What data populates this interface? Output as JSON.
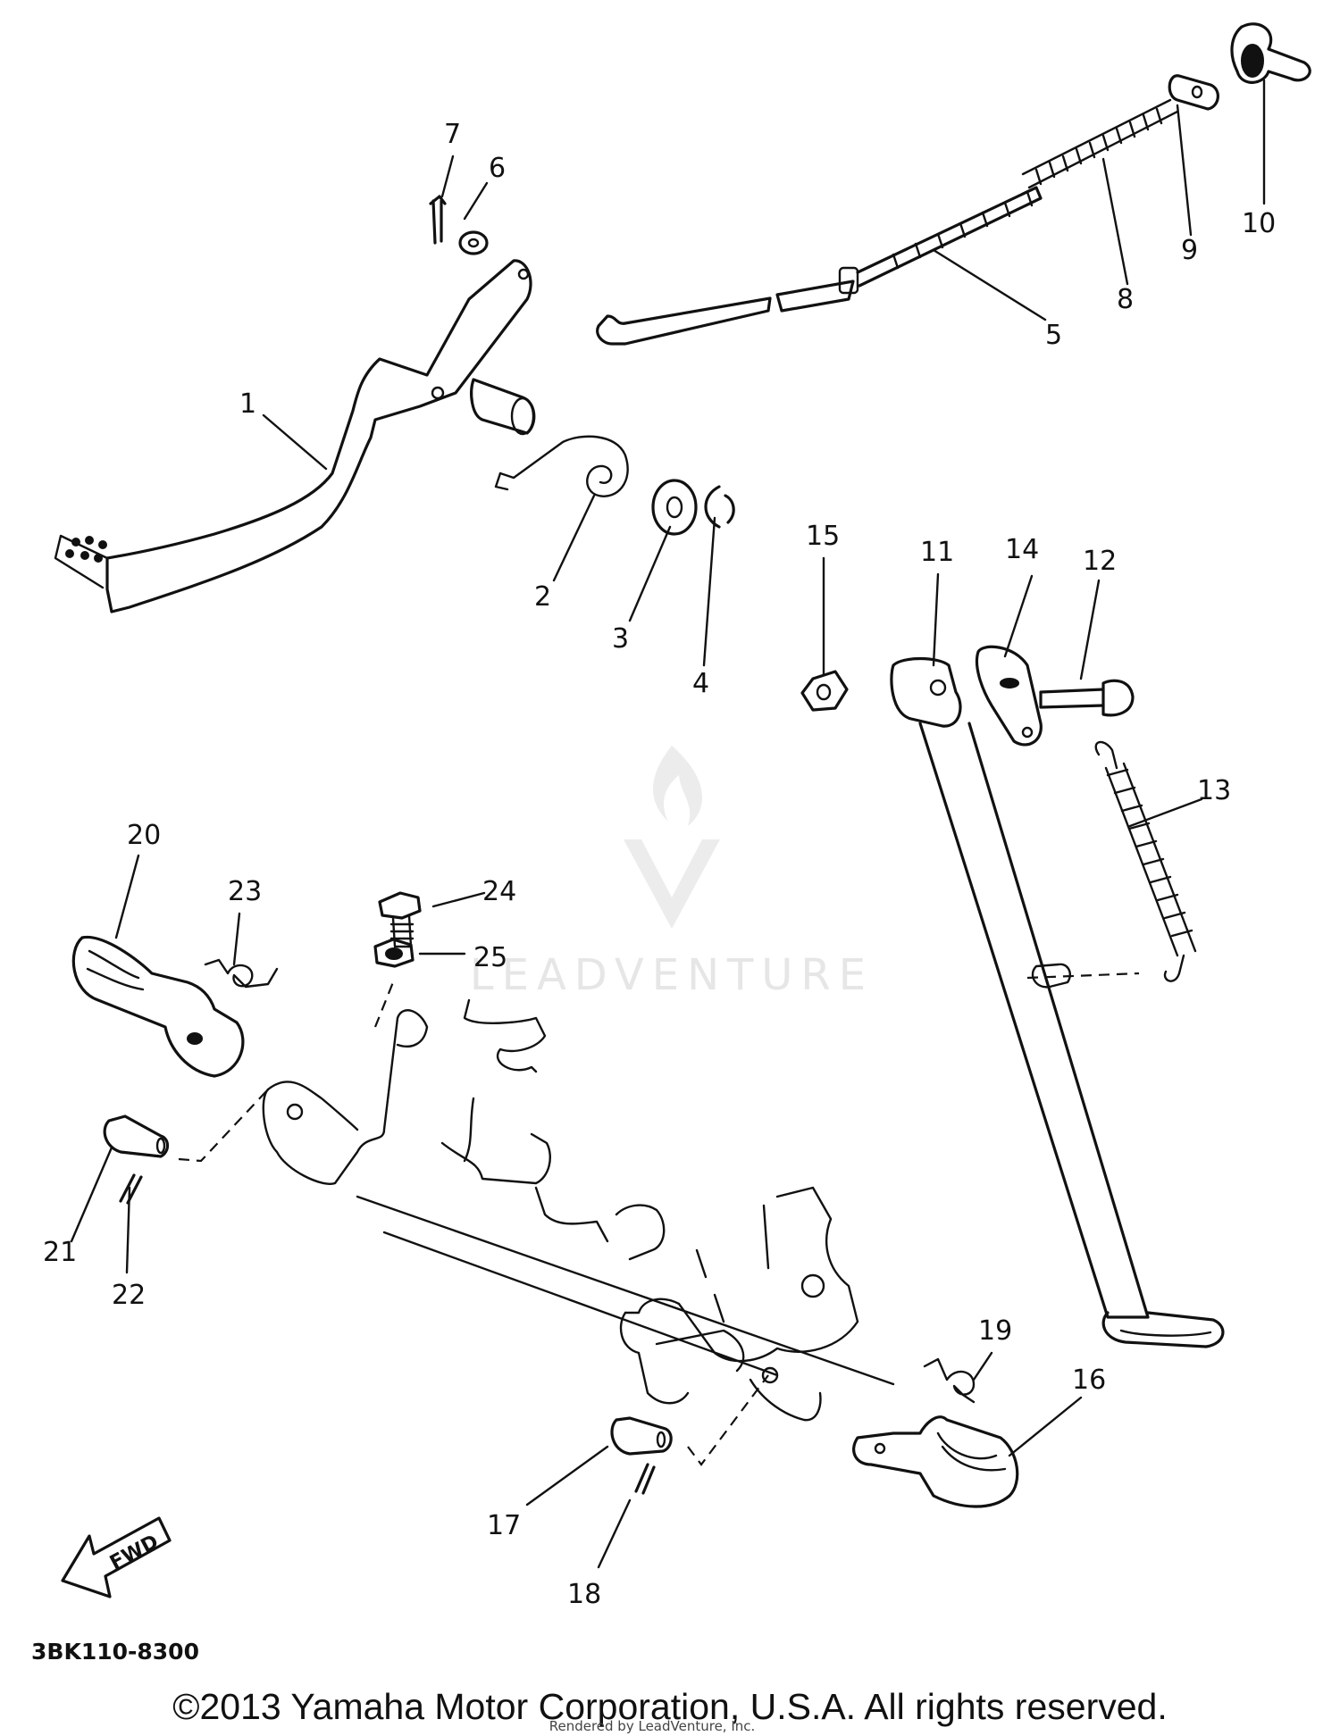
{
  "diagram": {
    "code": "3BK110-8300",
    "callouts": [
      {
        "n": "1"
      },
      {
        "n": "2"
      },
      {
        "n": "3"
      },
      {
        "n": "4"
      },
      {
        "n": "5"
      },
      {
        "n": "6"
      },
      {
        "n": "7"
      },
      {
        "n": "8"
      },
      {
        "n": "9"
      },
      {
        "n": "10"
      },
      {
        "n": "11"
      },
      {
        "n": "12"
      },
      {
        "n": "13"
      },
      {
        "n": "14"
      },
      {
        "n": "15"
      },
      {
        "n": "16"
      },
      {
        "n": "17"
      },
      {
        "n": "18"
      },
      {
        "n": "19"
      },
      {
        "n": "20"
      },
      {
        "n": "21"
      },
      {
        "n": "22"
      },
      {
        "n": "23"
      },
      {
        "n": "24"
      },
      {
        "n": "25"
      }
    ],
    "fwd_label": "FWD"
  },
  "watermark": {
    "text": "LEADVENTURE"
  },
  "footer": {
    "copyright": "©2013 Yamaha Motor Corporation, U.S.A. All rights reserved.",
    "rendered_by": "Rendered by LeadVenture, Inc."
  },
  "colors": {
    "ink": "#111111",
    "background": "#ffffff",
    "watermark": "#e6e6e6"
  }
}
